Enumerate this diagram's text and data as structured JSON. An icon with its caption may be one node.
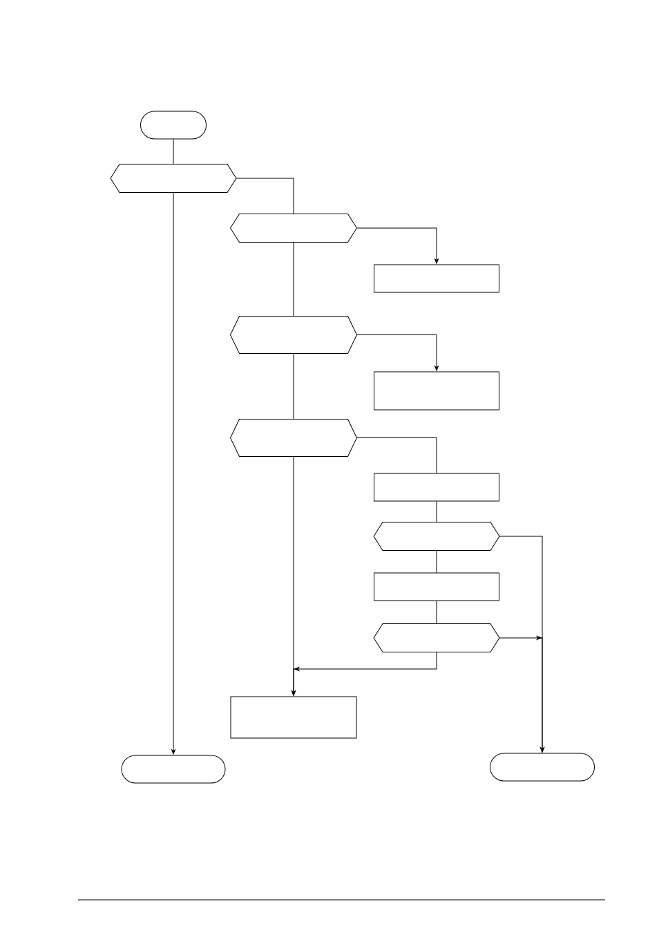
{
  "diagram": {
    "nodes": [
      {
        "text": [],
        "shape": "pill"
      },
      {
        "text": [],
        "shape": "hexagon"
      },
      {
        "text": [],
        "shape": "hexagon"
      },
      {
        "text": [],
        "shape": "box"
      },
      {
        "text": [],
        "shape": "hexagon"
      },
      {
        "text": [],
        "shape": "box"
      },
      {
        "text": [],
        "shape": "hexagon"
      },
      {
        "text": [],
        "shape": "box"
      },
      {
        "text": [],
        "shape": "hexagon"
      },
      {
        "text": [],
        "shape": "box"
      },
      {
        "text": [],
        "shape": "hexagon"
      },
      {
        "text": [],
        "shape": "box"
      },
      {
        "text": [],
        "shape": "pill"
      },
      {
        "text": [],
        "shape": "pill"
      }
    ],
    "edges": [
      {
        "from": 0,
        "to": 1,
        "arrow": "none"
      },
      {
        "from": 1,
        "to": 12,
        "arrow": "to"
      },
      {
        "from": 1,
        "to": 2,
        "arrow": "none"
      },
      {
        "from": 2,
        "to": 3,
        "arrow": "to"
      },
      {
        "from": 2,
        "to": 4,
        "arrow": "none"
      },
      {
        "from": 4,
        "to": 5,
        "arrow": "to"
      },
      {
        "from": 4,
        "to": 6,
        "arrow": "none"
      },
      {
        "from": 6,
        "to": 11,
        "arrow": "to"
      },
      {
        "from": 6,
        "to": 7,
        "arrow": "none"
      },
      {
        "from": 7,
        "to": 8,
        "arrow": "none"
      },
      {
        "from": 8,
        "to": 9,
        "arrow": "none"
      },
      {
        "from": 9,
        "to": 10,
        "arrow": "none"
      },
      {
        "from": 8,
        "to": 13,
        "arrow": "to"
      },
      {
        "from": 10,
        "to": 13,
        "arrow": "to"
      },
      {
        "from": 10,
        "to": 11,
        "arrow": "to"
      }
    ]
  }
}
